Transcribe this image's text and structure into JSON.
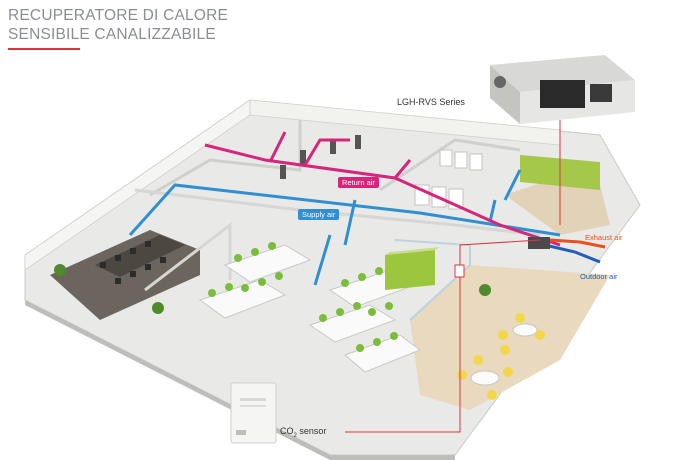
{
  "title": {
    "line1": "RECUPERATORE DI CALORE",
    "line2": "SENSIBILE CANALIZZABILE"
  },
  "product_label": "LGH-RVS Series",
  "labels": {
    "return_air": "Return air",
    "supply_air": "Supply air",
    "exhaust_air": "Exhaust air",
    "outdoor_air": "Outdoor air",
    "co2_sensor_prefix": "CO",
    "co2_sensor_sub": "2",
    "co2_sensor_suffix": " sensor"
  },
  "colors": {
    "title_text": "#8a8d93",
    "accent_red": "#e0333a",
    "return_air": "#d6257a",
    "supply_air": "#2f8fd0",
    "exhaust_air": "#e8501f",
    "outdoor_air": "#1f5fb8"
  }
}
